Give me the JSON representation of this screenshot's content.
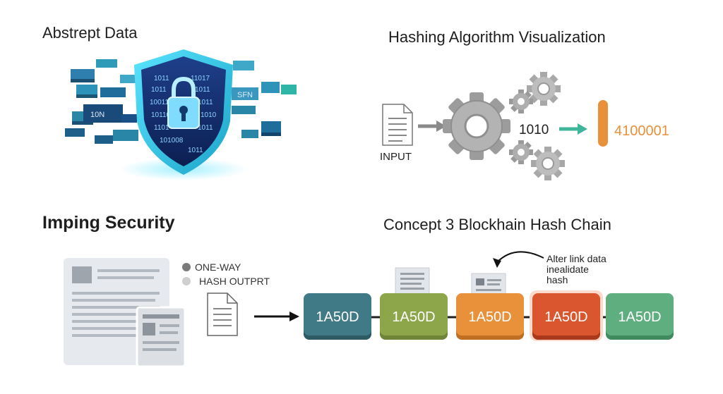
{
  "panel1": {
    "title": "Abstrept Data",
    "shield_bits": [
      "1011",
      "11017",
      "1011",
      "1011",
      "10011",
      "1011",
      "10110",
      "1010",
      "1101",
      "1011",
      "101008",
      "1011"
    ],
    "block_labels": [
      "10N",
      "SFN"
    ]
  },
  "panel2": {
    "title": "Hashing Algorithm Visualization",
    "input_label": "INPUT",
    "binary_text": "1010",
    "output_text": "4100001"
  },
  "panel3": {
    "title": "Imping Security",
    "legend": [
      "ONE-WAY",
      "HASH OUTPRT"
    ]
  },
  "panel4": {
    "title": "Concept 3 Blockhain Hash Chain",
    "annotation": [
      "Alter link data",
      "inealidate",
      "hash"
    ],
    "blocks": [
      {
        "label": "1A50D",
        "color": "#3f7a86"
      },
      {
        "label": "1A50D",
        "color": "#8ea64a"
      },
      {
        "label": "1A50D",
        "color": "#e8903a"
      },
      {
        "label": "1A50D",
        "color": "#d9562e"
      },
      {
        "label": "1A50D",
        "color": "#5fae7f"
      }
    ]
  },
  "colors": {
    "output_orange": "#e8903a",
    "arrow_teal": "#3fb69a",
    "gear_gray": "#a3a3a3"
  }
}
